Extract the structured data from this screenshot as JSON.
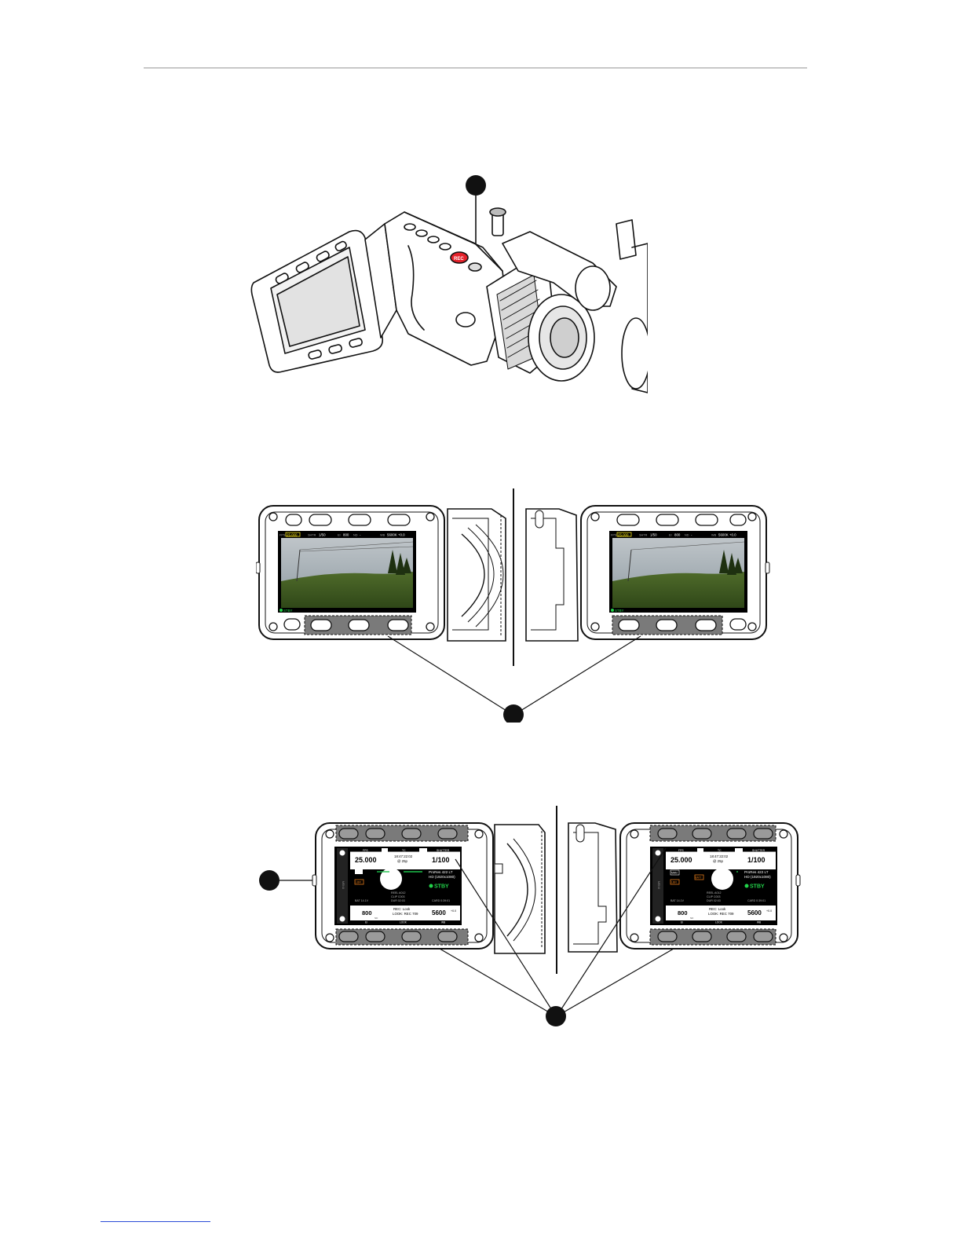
{
  "figure1": {
    "rec_label": "REC"
  },
  "monitor": {
    "osd": {
      "fps_label": "FPS",
      "fps_value": "25.000",
      "shutter_label": "SHTR",
      "shutter_value": "1/50",
      "ei_label": "EI",
      "ei_value": "800",
      "nd_label": "ND",
      "nd_value": "-",
      "wb_label": "WB",
      "wb_value": "5600K +0.0",
      "status": "STBY"
    }
  },
  "home_screen": {
    "fps_label": "FPS",
    "fps_value": "25.000",
    "tc_label": "TC",
    "tc_value": "18:47:22:02",
    "tc_sub": "@ 25p",
    "shutter_label": "SHUTTER",
    "shutter_value": "1/100",
    "codec": "ProRes 422 LT",
    "resolution": "HD (1920x1080)",
    "status": "STBY",
    "clip_rows": [
      "REEL  A012",
      "CLIP  C003",
      "DUR  02:03"
    ],
    "bat": "BAT  14.1V",
    "card": "CARD  0:39:01",
    "ei_value": "800",
    "ei_label": "EI",
    "nd_label": "ND",
    "rec_look": "REC: Look",
    "look_value": "LOOK: REC 709",
    "look_label": "LOOK",
    "wb_value": "5600",
    "wb_sub": "+0.0",
    "wb_label": "WB",
    "side_menu": "MENU",
    "badge1": "LBR",
    "badge2": "MAN",
    "badge3": "BATT"
  }
}
